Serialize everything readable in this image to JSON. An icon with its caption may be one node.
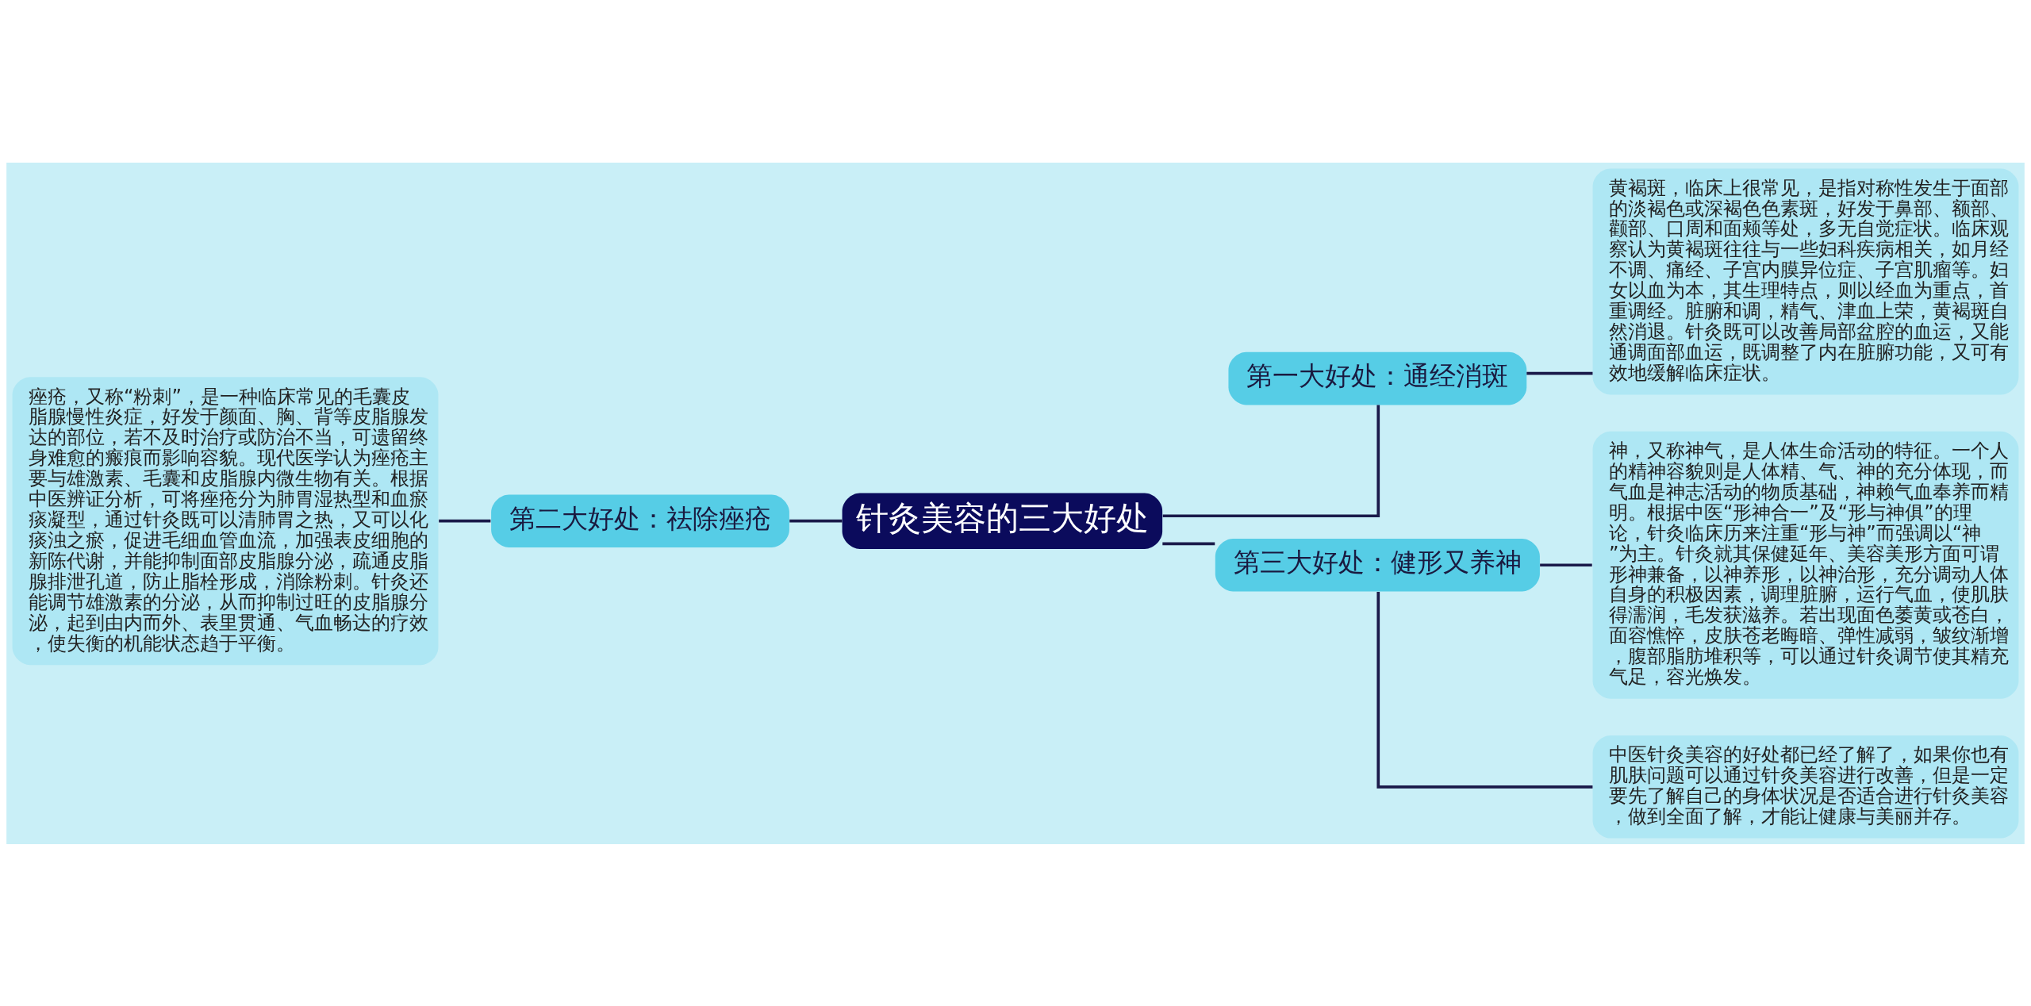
{
  "diagram": {
    "nodes": [
      {
        "text": [
          "针灸美容的三大好处"
        ]
      },
      {
        "text": [
          "第一大好处：通经消斑"
        ]
      },
      {
        "text": [
          "第二大好处：祛除痤疮"
        ]
      },
      {
        "text": [
          "第三大好处：健形又养神"
        ]
      },
      {
        "text": [
          "黄褐斑，临床上很常见，是指对称性发生于面部的淡褐色或深褐色色素斑，好发于鼻部、额部、颧部、口周和面颊等处，多无自觉症状。临床观察认为黄褐斑往往与一些妇科疾病相关，如月经不调、痛经、子宫内膜异位症、子宫肌瘤等。妇女以血为本，其生理特点，则以经血为重点，首重调经。脏腑和调，精气、津血上荣，黄褐斑自然消退。针灸既可以改善局部盆腔的血运，又能通调面部血运，既调整了内在脏腑功能，又可有效地缓解临床症状。"
        ]
      },
      {
        "text": [
          "痤疮，又称“粉刺”，是一种临床常见的毛囊皮脂腺慢性炎症，好发于颜面、胸、背等皮脂腺发达的部位，若不及时治疗或防治不当，可遗留终身难愈的瘢痕而影响容貌。现代医学认为痤疮主要与雄激素、毛囊和皮脂腺内微生物有关。根据中医辨证分析，可将痤疮分为肺胃湿热型和血瘀痰凝型，通过针灸既可以清肺胃之热，又可以化痰浊之瘀，促进毛细血管血流，加强表皮细胞的新陈代谢，并能抑制面部皮脂腺分泌，疏通皮脂腺排泄孔道，防止脂栓形成，消除粉刺。针灸还能调节雄激素的分泌，从而抑制过旺的皮脂腺分泌，起到由内而外、表里贯通、气血畅达的疗效，使失衡的机能状态趋于平衡。"
        ]
      },
      {
        "text": [
          "神，又称神气，是人体生命活动的特征。一个人的精神容貌则是人体精、气、神的充分体现，而气血是神志活动的物质基础，神赖气血奉养而精明。根据中医“形神合一”及“形与神俱”的理论，针灸临床历来注重“形与神”而强调以“神”为主。针灸就其保健延年、美容美形方面可谓形神兼备，以神养形，以神治形，充分调动人体自身的积极因素，调理脏腑，运行气血，使肌肤得濡润，毛发获滋养。若出现面色萎黄或苍白，面容憔悴，皮肤苍老晦暗、弹性减弱，皱纹渐增，腹部脂肪堆积等，可以通过针灸调节使其精充气足，容光焕发。"
        ]
      },
      {
        "text": [
          "中医针灸美容的好处都已经了解了，如果你也有肌肤问题可以通过针灸美容进行改善，但是一定要先了解自己的身体状况是否适合进行针灸美容，做到全面了解，才能让健康与美丽并存。"
        ]
      }
    ],
    "edges": [
      {
        "from": 0,
        "to": 1,
        "arrow": "none"
      },
      {
        "from": 0,
        "to": 2,
        "arrow": "none"
      },
      {
        "from": 0,
        "to": 3,
        "arrow": "none"
      },
      {
        "from": 1,
        "to": 4,
        "arrow": "none"
      },
      {
        "from": 2,
        "to": 5,
        "arrow": "none"
      },
      {
        "from": 3,
        "to": 6,
        "arrow": "none"
      },
      {
        "from": 3,
        "to": 7,
        "arrow": "none"
      }
    ]
  }
}
